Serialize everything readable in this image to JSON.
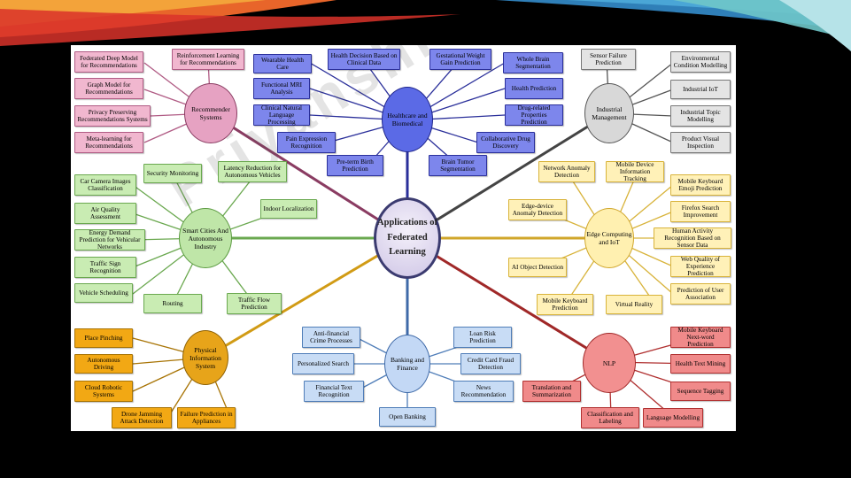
{
  "center": {
    "label": "Applications of Federated Learning"
  },
  "hubs": {
    "recommender": "Recommender Systems",
    "healthcare": "Healthcare and Biomedical",
    "industrial": "Industrial Management",
    "smart_cities": "Smart Cities And Autonomous Industry",
    "edge": "Edge Computing and IoT",
    "physical": "Physical Information System",
    "banking": "Banking and Finance",
    "nlp": "NLP"
  },
  "leaves": {
    "recommender": [
      "Federated Deep Model for Recommendations",
      "Reinforcement Learning for Recommendations",
      "Graph Model for Recommendations",
      "Privacy Preserving Recommendations Systems",
      "Meta-learning for Recommendations"
    ],
    "healthcare": [
      "Wearable Health Care",
      "Health Decision Based on Clinical Data",
      "Gestational Weight Gain Prediction",
      "Whole Brain Segmentation",
      "Functional MRI Analysis",
      "Health Prediction",
      "Clinical Natural Language Processing",
      "Drug-related Properties Prediction",
      "Pain Expression Recognition",
      "Collaborative Drug Discovery",
      "Pre-term Birth Prediction",
      "Brain Tumor Segmentation"
    ],
    "industrial": [
      "Sensor Failure Prediction",
      "Environmental Condition Modelling",
      "Industrial IoT",
      "Industrial Topic Modelling",
      "Product Visual Inspection"
    ],
    "smart_cities": [
      "Security Monitoring",
      "Latency Reduction for Autonomous Vehicles",
      "Car Camera Images Classification",
      "Indoor Localization",
      "Air Quality Assessment",
      "Energy Demand Prediction for Vehicular Networks",
      "Traffic Sign Recognition",
      "Vehicle Scheduling",
      "Routing",
      "Traffic Flow Prediction"
    ],
    "edge": [
      "Network Anomaly Detection",
      "Mobile Device Information Tracking",
      "Mobile Keyboard Emoji Prediction",
      "Edge-device Anomaly Detection",
      "Firefox Search Improvement",
      "Human Activity Recognition Based on Sensor Data",
      "AI Object Detection",
      "Web Quality of Experience Prediction",
      "Prediction of User Association",
      "Mobile Keyboard Prediction",
      "Virtual Reality"
    ],
    "physical": [
      "Place Pinching",
      "Autonomous Driving",
      "Cloud Robotic Systems",
      "Drone Jamming Attack Detection",
      "Failure Prediction in Appliances"
    ],
    "banking": [
      "Anti-financial Crime Processes",
      "Loan Risk Prediction",
      "Personalized Search",
      "Credit Card Fraud Detection",
      "Financial Text Recognition",
      "News Recommendation",
      "Open Banking"
    ],
    "nlp": [
      "Mobile Keyboard Next-word Prediction",
      "Health Text Mining",
      "Translation and Summarization",
      "Sequence Tagging",
      "Classification and Labeling",
      "Language Modelling"
    ]
  },
  "watermark": "Priyanshi",
  "colors": {
    "background": "#000000",
    "panel": "#ffffff"
  }
}
